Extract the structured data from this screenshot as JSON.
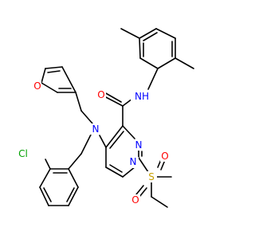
{
  "structure": {
    "colors": {
      "carbon_bond": "#000000",
      "nitrogen": "#0000ff",
      "oxygen": "#ff0000",
      "chlorine": "#00a000",
      "sulfur": "#c8a000"
    },
    "labels": {
      "amide_O": "O",
      "amide_NH": "NH",
      "furan_O": "O",
      "amine_N": "N",
      "pyrimidine_N1": "N",
      "pyrimidine_N2": "N",
      "sulfonyl_S": "S",
      "sulfonyl_O1": "O",
      "sulfonyl_O2": "O",
      "chloro": "Cl"
    }
  }
}
